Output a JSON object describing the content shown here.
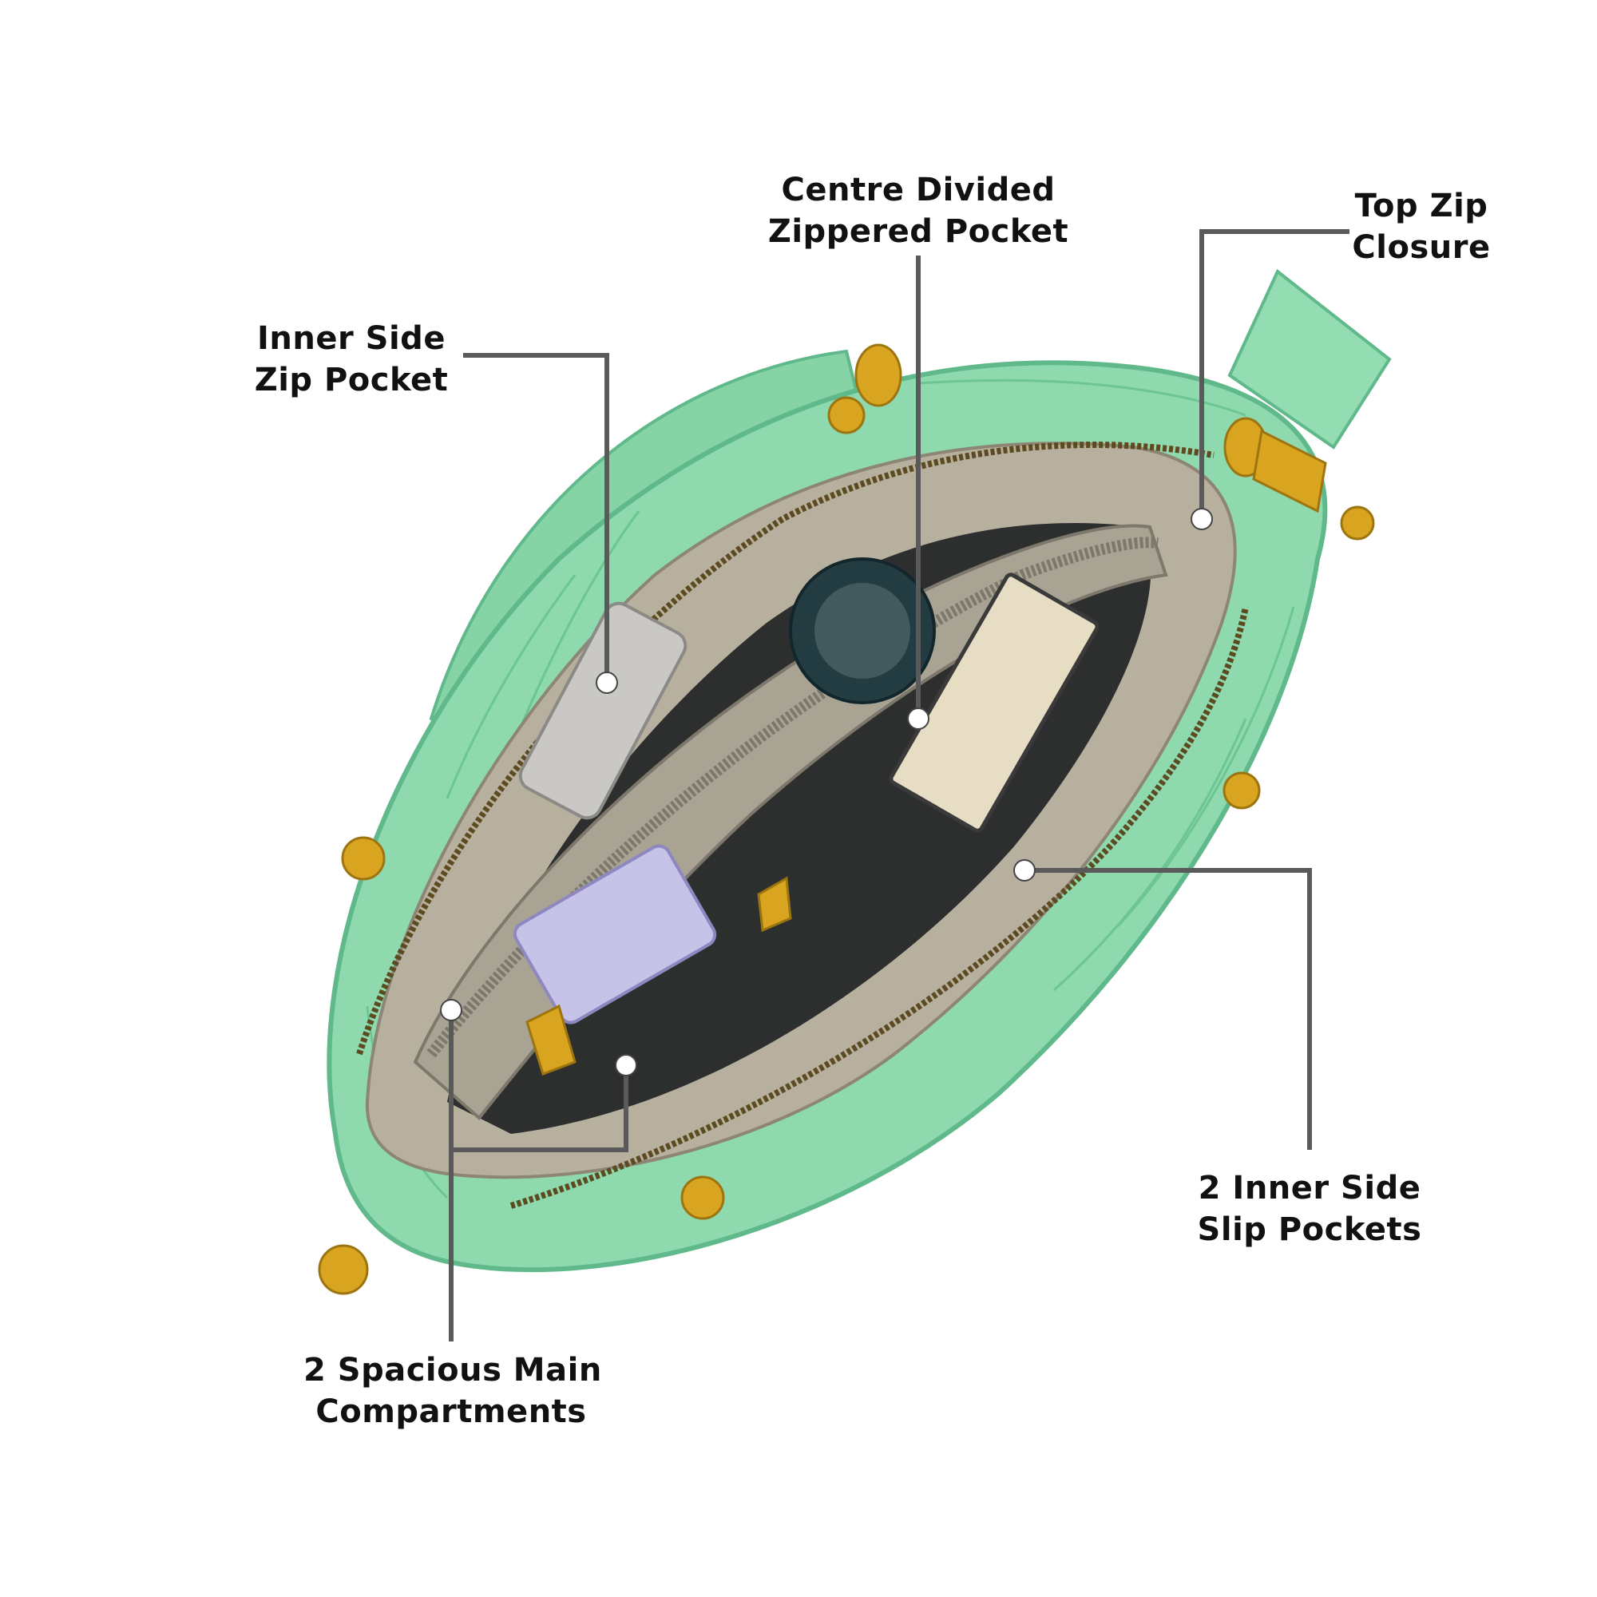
{
  "image": {
    "subject": "handbag-interior-feature-callouts",
    "colors": {
      "background": "#ffffff",
      "bag_body": "#8fd9ae",
      "bag_shadow": "#5fb98a",
      "lining": "#b8b09f",
      "lining_dark": "#8d8676",
      "hardware_gold": "#d9a520",
      "leader_line": "#5a5a5a",
      "dot": "#ffffff",
      "text": "#111111"
    }
  },
  "callouts": {
    "centre_pocket": {
      "line1": "Centre Divided",
      "line2": "Zippered Pocket"
    },
    "top_zip": {
      "line1": "Top Zip",
      "line2": "Closure"
    },
    "inner_side_zip": {
      "line1": "Inner Side",
      "line2": "Zip Pocket"
    },
    "slip_pockets": {
      "line1": "2 Inner Side",
      "line2": "Slip Pockets"
    },
    "main_compartments": {
      "line1": "2 Spacious Main",
      "line2": "Compartments"
    }
  }
}
